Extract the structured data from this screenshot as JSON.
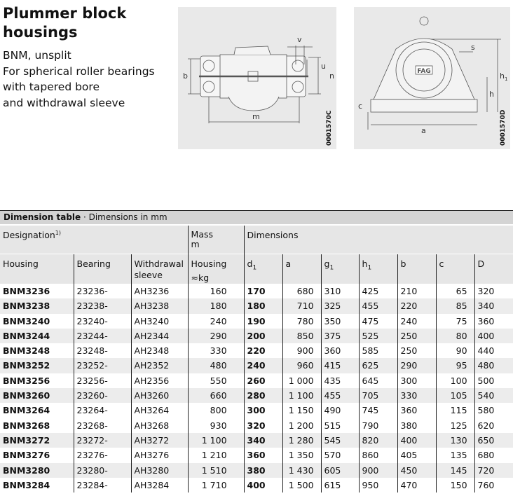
{
  "title": "Plummer block housings",
  "subtitle_lines": [
    "BNM, unsplit",
    "For spherical roller bearings",
    "with tapered bore",
    "and withdrawal sleeve"
  ],
  "figures": {
    "left": {
      "code": "0001570C",
      "labels": {
        "v": "v",
        "u": "u",
        "b": "b",
        "n": "n",
        "m": "m"
      }
    },
    "right": {
      "code": "0001570D",
      "labels": {
        "s": "s",
        "h1": "h",
        "h1_sub": "1",
        "h": "h",
        "c": "c",
        "a": "a"
      },
      "logo": "FAG"
    }
  },
  "table": {
    "caption_bold": "Dimension table",
    "caption_rest": " · Dimensions in mm",
    "group_headers": {
      "designation": "Designation",
      "designation_note": "1)",
      "mass": "Mass",
      "mass_sym": "m",
      "dimensions": "Dimensions"
    },
    "columns": {
      "housing": "Housing",
      "bearing": "Bearing",
      "sleeve_1": "Withdrawal",
      "sleeve_2": "sleeve",
      "mass_housing": "Housing",
      "mass_unit": "≈kg",
      "d1": "d",
      "d1_sub": "1",
      "a": "a",
      "g1": "g",
      "g1_sub": "1",
      "h1": "h",
      "h1_sub": "1",
      "b": "b",
      "c": "c",
      "D": "D"
    },
    "rows": [
      [
        "BNM3236",
        "23236-",
        "AH3236",
        "160",
        "170",
        "680",
        "310",
        "425",
        "210",
        "65",
        "320"
      ],
      [
        "BNM3238",
        "23238-",
        "AH3238",
        "180",
        "180",
        "710",
        "325",
        "455",
        "220",
        "85",
        "340"
      ],
      [
        "BNM3240",
        "23240-",
        "AH3240",
        "240",
        "190",
        "780",
        "350",
        "475",
        "240",
        "75",
        "360"
      ],
      [
        "BNM3244",
        "23244-",
        "AH2344",
        "290",
        "200",
        "850",
        "375",
        "525",
        "250",
        "80",
        "400"
      ],
      [
        "BNM3248",
        "23248-",
        "AH2348",
        "330",
        "220",
        "900",
        "360",
        "585",
        "250",
        "90",
        "440"
      ],
      [
        "BNM3252",
        "23252-",
        "AH2352",
        "480",
        "240",
        "960",
        "415",
        "625",
        "290",
        "95",
        "480"
      ],
      [
        "BNM3256",
        "23256-",
        "AH2356",
        "550",
        "260",
        "1 000",
        "435",
        "645",
        "300",
        "100",
        "500"
      ],
      [
        "BNM3260",
        "23260-",
        "AH3260",
        "660",
        "280",
        "1 100",
        "455",
        "705",
        "330",
        "105",
        "540"
      ],
      [
        "BNM3264",
        "23264-",
        "AH3264",
        "800",
        "300",
        "1 150",
        "490",
        "745",
        "360",
        "115",
        "580"
      ],
      [
        "BNM3268",
        "23268-",
        "AH3268",
        "930",
        "320",
        "1 200",
        "515",
        "790",
        "380",
        "125",
        "620"
      ],
      [
        "BNM3272",
        "23272-",
        "AH3272",
        "1 100",
        "340",
        "1 280",
        "545",
        "820",
        "400",
        "130",
        "650"
      ],
      [
        "BNM3276",
        "23276-",
        "AH3276",
        "1 210",
        "360",
        "1 350",
        "570",
        "860",
        "405",
        "135",
        "680"
      ],
      [
        "BNM3280",
        "23280-",
        "AH3280",
        "1 510",
        "380",
        "1 430",
        "605",
        "900",
        "450",
        "145",
        "720"
      ],
      [
        "BNM3284",
        "23284-",
        "AH3284",
        "1 710",
        "400",
        "1 500",
        "615",
        "950",
        "470",
        "150",
        "760"
      ]
    ]
  }
}
